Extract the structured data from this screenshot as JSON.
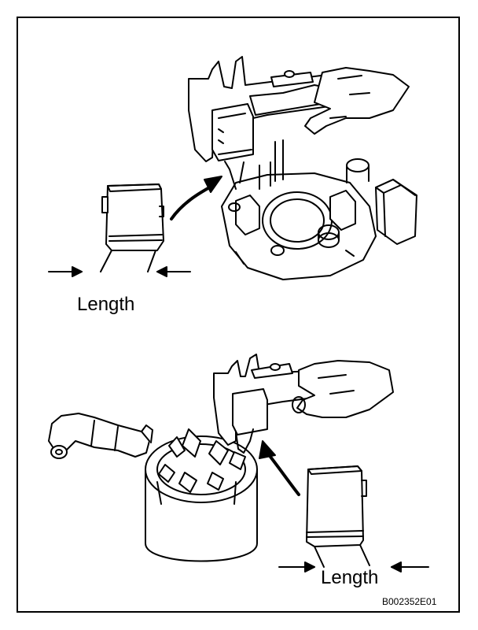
{
  "figure": {
    "label_top": "Length",
    "label_bottom": "Length",
    "figure_code": "B002352E01"
  },
  "colors": {
    "ink": "#000000",
    "paper": "#ffffff"
  }
}
